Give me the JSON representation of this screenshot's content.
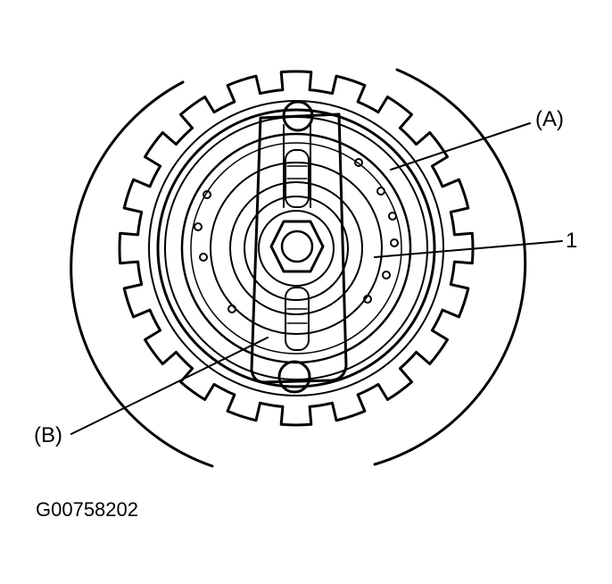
{
  "labels": {
    "a": "(A)",
    "one": "1",
    "b": "(B)"
  },
  "figure_id": "G00758202"
}
